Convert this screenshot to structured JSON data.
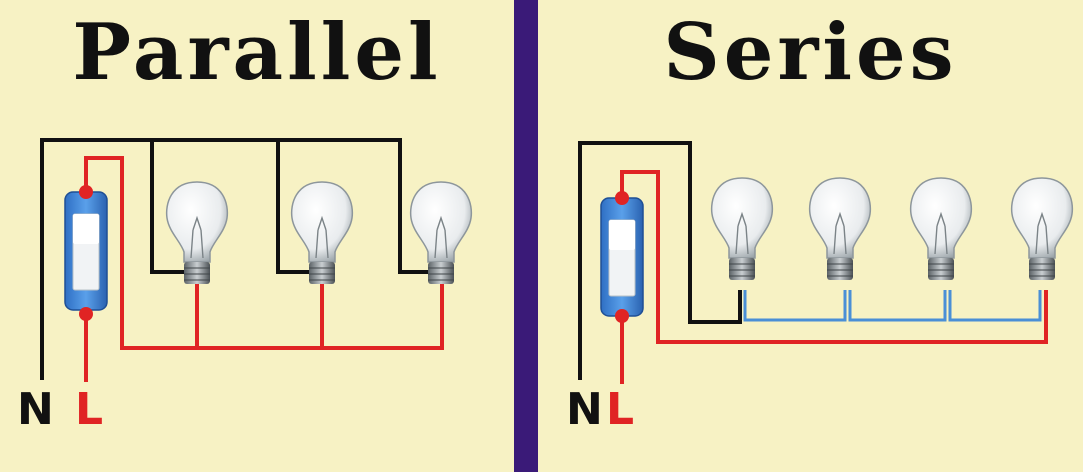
{
  "left": {
    "title": "Parallel",
    "neutral_label": "N",
    "line_label": "L"
  },
  "right": {
    "title": "Series",
    "neutral_label": "N",
    "line_label": "L"
  },
  "colors": {
    "background": "#f7f2c4",
    "divider": "#3a1a78",
    "neutral_wire": "#111111",
    "line_wire": "#e02424",
    "series_link_wire": "#4a8fd6",
    "switch_body": "#3b82d6"
  },
  "icons": [
    "light-bulb-icon",
    "wall-switch-icon"
  ]
}
